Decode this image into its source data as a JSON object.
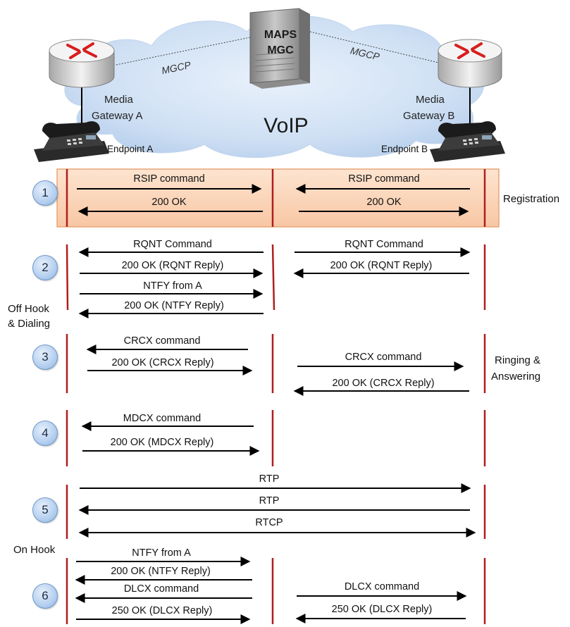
{
  "top": {
    "server_label_1": "MAPS",
    "server_label_2": "MGC",
    "mgcp_left": "MGCP",
    "mgcp_right": "MGCP",
    "gateway_a_1": "Media",
    "gateway_a_2": "Gateway A",
    "gateway_b_1": "Media",
    "gateway_b_2": "Gateway B",
    "cloud_label": "VoIP",
    "endpoint_a": "Endpoint A",
    "endpoint_b": "Endpoint B"
  },
  "phases": {
    "registration": "Registration",
    "off_hook_1": "Off Hook",
    "off_hook_2": "& Dialing",
    "ringing_1": "Ringing &",
    "ringing_2": "Answering",
    "on_hook": "On Hook"
  },
  "steps": [
    "1",
    "2",
    "3",
    "4",
    "5",
    "6"
  ],
  "messages": {
    "s1_left_1": "RSIP command",
    "s1_left_2": "200 OK",
    "s1_right_1": "RSIP command",
    "s1_right_2": "200 OK",
    "s2_left_1": "RQNT Command",
    "s2_left_2": "200 OK (RQNT Reply)",
    "s2_left_3": "NTFY from A",
    "s2_left_4": "200 OK (NTFY  Reply)",
    "s2_right_1": "RQNT Command",
    "s2_right_2": "200 OK (RQNT Reply)",
    "s3_left_1": "CRCX command",
    "s3_left_2": "200 OK (CRCX Reply)",
    "s3_right_1": "CRCX command",
    "s3_right_2": "200 OK (CRCX Reply)",
    "s4_left_1": "MDCX command",
    "s4_left_2": "200 OK (MDCX Reply)",
    "s5_1": "RTP",
    "s5_2": "RTP",
    "s5_3": "RTCP",
    "s6_left_1": "NTFY from A",
    "s6_left_2": "200 OK (NTFY  Reply)",
    "s6_left_3": "DLCX command",
    "s6_left_4": "250 OK (DLCX Reply)",
    "s6_right_1": "DLCX command",
    "s6_right_2": "250 OK (DLCX Reply)"
  },
  "colors": {
    "lifeline": "#b01e1e",
    "registration_band": "#fbd2b4",
    "cloud": "#cfe0f4",
    "step_circle": "#b9d2f0"
  }
}
